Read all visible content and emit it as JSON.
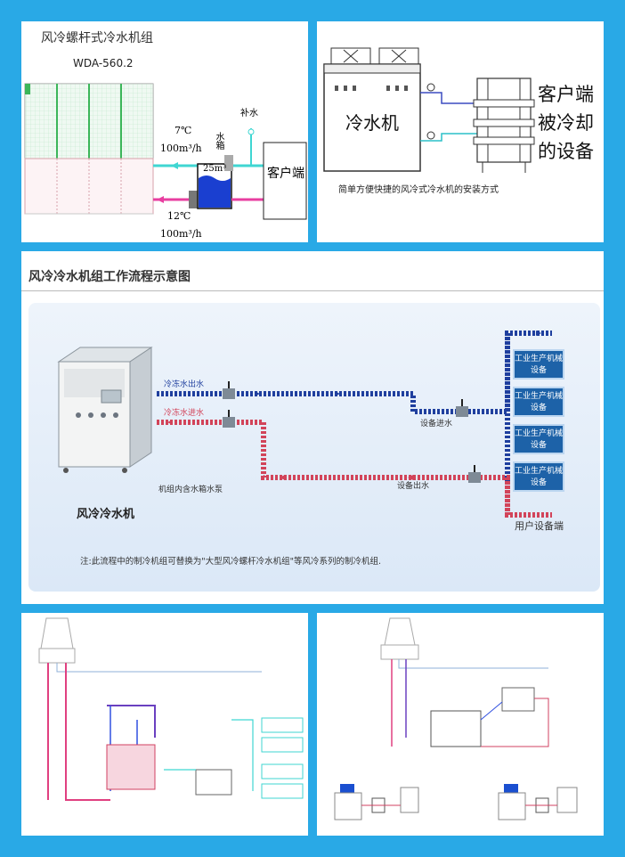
{
  "panel1": {
    "title": "风冷螺杆式冷水机组",
    "model": "WDA-560.2",
    "temp_out": "7℃",
    "flow_out": "100m³/h",
    "makeup": "补水",
    "tank_label": "水箱",
    "tank_volume": "25m³",
    "client": "客户端",
    "temp_in": "12℃",
    "flow_in": "100m³/h"
  },
  "panel2": {
    "chiller": "冷水机",
    "client_line1": "客户端",
    "client_line2": "被冷却",
    "client_line3": "的设备",
    "caption": "简单方便快捷的风冷式冷水机的安装方式"
  },
  "panel3": {
    "title": "风冷冷水机组工作流程示意图",
    "outlet": "冷冻水出水",
    "inlet": "冷冻水进水",
    "equip_in": "设备进水",
    "equip_out": "设备出水",
    "machine_note": "机组内含水箱水泵",
    "machine_name": "风冷冷水机",
    "user_end": "用户设备端",
    "equipment": [
      "工业生产机械设备",
      "工业生产机械设备",
      "工业生产机械设备",
      "工业生产机械设备"
    ],
    "note": "注:此流程中的制冷机组可替换为\"大型风冷螺杆冷水机组\"等风冷系列的制冷机组."
  },
  "colors": {
    "border": "#29a9e6",
    "blue_pipe": "#1f3f9e",
    "red_pipe": "#d2445a",
    "equip_box": "#1d62a8"
  }
}
